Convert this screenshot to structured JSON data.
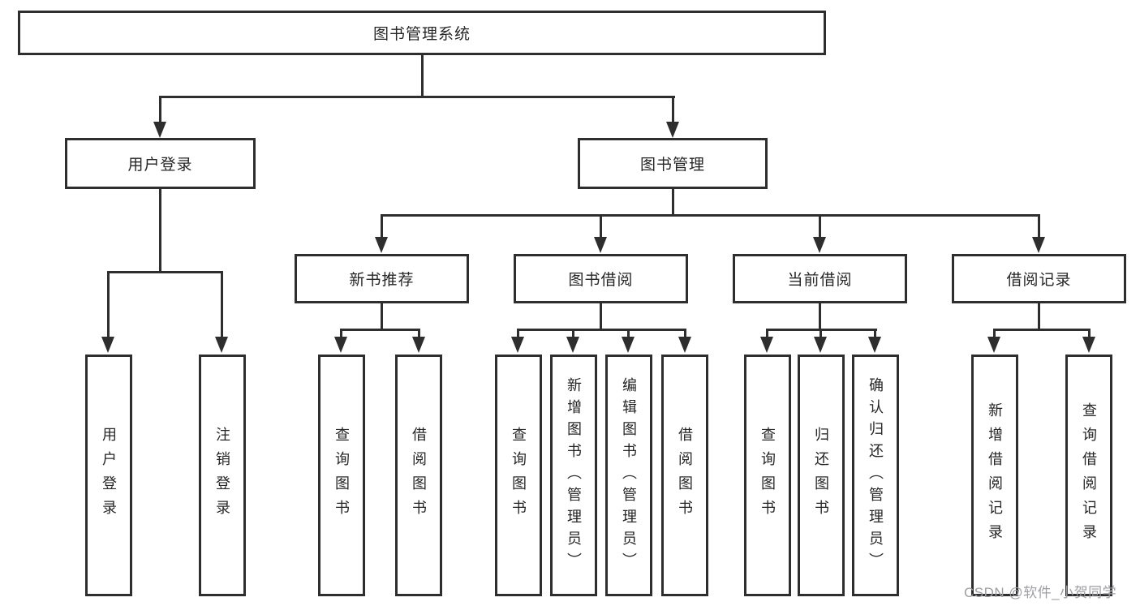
{
  "diagram": {
    "root": {
      "label": "图书管理系统"
    },
    "level2": [
      {
        "label": "用户登录"
      },
      {
        "label": "图书管理"
      }
    ],
    "level3": [
      {
        "label": "新书推荐"
      },
      {
        "label": "图书借阅"
      },
      {
        "label": "当前借阅"
      },
      {
        "label": "借阅记录"
      }
    ],
    "leaves": {
      "user_login": [
        "用户登录",
        "注销登录"
      ],
      "new_book": [
        "查询图书",
        "借阅图书"
      ],
      "book_borrow": [
        "查询图书",
        "新增图书（管理员）",
        "编辑图书（管理员）",
        "借阅图书"
      ],
      "current_borrow": [
        "查询图书",
        "归还图书",
        "确认归还（管理员）"
      ],
      "borrow_record": [
        "新增借阅记录",
        "查询借阅记录"
      ]
    }
  },
  "watermark": {
    "text": "CSDN @软件_小贺同学"
  },
  "colors": {
    "line": "#2e2e2e",
    "text": "#262626",
    "background": "#ffffff",
    "watermark": "#9e9ea3"
  }
}
